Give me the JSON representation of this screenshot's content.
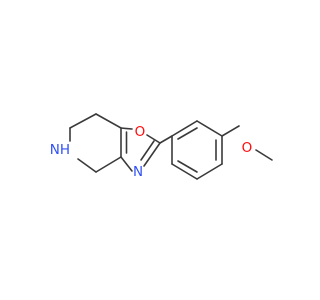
{
  "molecule": {
    "atoms": {
      "oxygen_ring": "O",
      "nitrogen_ring": "N",
      "nitrogen_amine": "NH",
      "oxygen_methoxy": "O"
    },
    "colors": {
      "bond": "#3a3a3a",
      "oxygen": "#ff0d0d",
      "nitrogen": "#3050f8",
      "background": "#ffffff"
    }
  }
}
